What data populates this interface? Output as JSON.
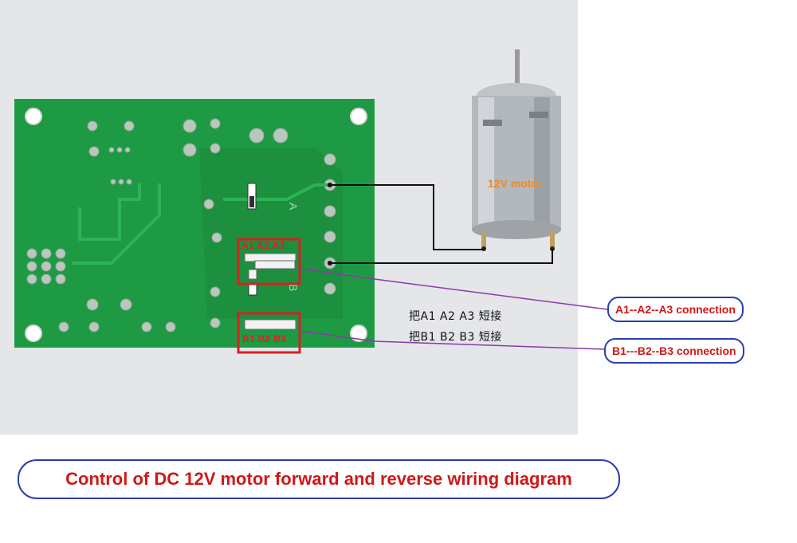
{
  "diagram": {
    "title": "Control of DC 12V motor forward and reverse wiring diagram",
    "motor_label": "12V motor",
    "board_marks": {
      "a": "A",
      "b": "B"
    },
    "jumpers": {
      "a_label": "A1 A2 A3",
      "b_label": "B1 B2 B3"
    },
    "instructions_cn": [
      "把A1  A2  A3  短接",
      "把B1  B2  B3  短接"
    ],
    "callouts": {
      "a": "A1--A2--A3  connection",
      "b": "B1---B2--B3  connection"
    },
    "colors": {
      "board": "#1e9a44",
      "jumper_box": "#d42222",
      "leader_line": "#8a3aa8",
      "callout_border": "#2a3faa",
      "callout_text": "#d01818",
      "motor_label": "#f08a24"
    }
  }
}
